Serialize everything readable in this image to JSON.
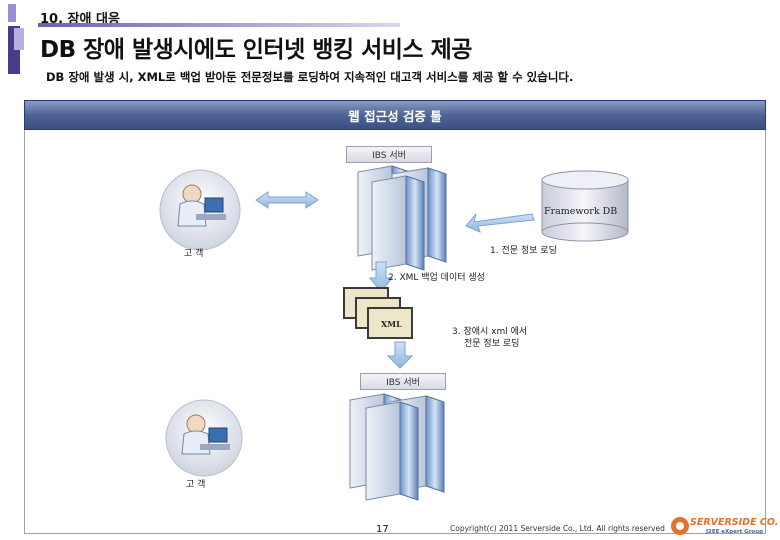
{
  "header": {
    "section": "10. 장애 대응",
    "title": "DB 장애 발생시에도 인터넷 뱅킹 서비스 제공",
    "description": "DB 장애 발생 시, XML로 백업 받아둔 전문정보를 로딩하여 지속적인 대고객 서비스를 제공 할 수 있습니다."
  },
  "panel": {
    "title": "웹 접근성 검증 툴"
  },
  "diagram": {
    "server_top": "IBS 서버",
    "server_bottom": "IBS 서버",
    "framework_db": "Framework DB",
    "customer_top": "고 객",
    "customer_bottom": "고 객",
    "step1": "1. 전문 정보 로딩",
    "step2": "2. XML 백업 데이터 생성",
    "step3_line1": "3. 장애시 xml 에서",
    "step3_line2": "전문 정보 로딩",
    "xml_label": "XML"
  },
  "footer": {
    "page": "17",
    "copyright": "Copyright(c) 2011 Serverside Co., Ltd. All rights reserved",
    "logo": "SERVERSIDE CO.",
    "logo_sub": "J2EE eXpert Group"
  },
  "colors": {
    "accent": "#4a3c8c",
    "panel": "#4f6496",
    "arrow": "#a9c8e8",
    "logo": "#e0732a"
  }
}
